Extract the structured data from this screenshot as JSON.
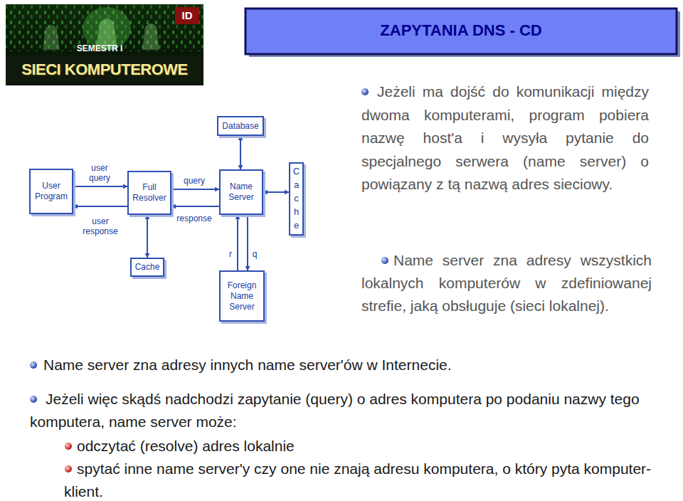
{
  "diagram": {
    "title": "ZAPYTANIA DNS - CD",
    "nodes": [
      {
        "text": [
          "Database"
        ]
      },
      {
        "text": [
          "Cache"
        ]
      },
      {
        "text": [
          "User Program"
        ]
      },
      {
        "text": [
          "Full Resolver"
        ]
      },
      {
        "text": [
          "Name Server"
        ]
      },
      {
        "text": [
          "Cache"
        ]
      },
      {
        "text": [
          "Foreign Name Server"
        ]
      }
    ],
    "edges": [
      {
        "from": 2,
        "to": 3,
        "label": "user query",
        "arrow": "to"
      },
      {
        "from": 3,
        "to": 2,
        "label": "user response",
        "arrow": "to"
      },
      {
        "from": 3,
        "to": 4,
        "label": "query",
        "arrow": "to"
      },
      {
        "from": 4,
        "to": 3,
        "label": "response",
        "arrow": "to"
      },
      {
        "from": 4,
        "to": 0,
        "arrow": "both"
      },
      {
        "from": 4,
        "to": 1,
        "arrow": "both"
      },
      {
        "from": 3,
        "to": 5,
        "arrow": "both"
      },
      {
        "from": 6,
        "to": 4,
        "label": "r",
        "arrow": "to"
      },
      {
        "from": 4,
        "to": 6,
        "label": "q",
        "arrow": "to"
      }
    ],
    "labels": [
      "ID",
      "SEMESTR I",
      "SIECI KOMPUTEROWE",
      "Jeżeli ma dojść do komunikacji między dwoma komputerami, program pobiera nazwę host'a i wysyła pytanie do specjalnego serwera (name server) o powiązany z tą nazwą adres sieciowy.",
      "Name server zna adresy wszystkich lokalnych komputerów w zdefiniowanej strefie, jaką obsługuje (sieci lokalnej).",
      "Name server zna adresy innych name server'ów w Internecie.",
      "Jeżeli więc skądś nadchodzi zapytanie (query) o adres komputera po podaniu nazwy tego komputera, name server może:",
      "odczytać (resolve) adres lokalnie",
      "spytać inne name server'y czy one nie znają adresu komputera, o który pyta komputer-klient."
    ]
  }
}
